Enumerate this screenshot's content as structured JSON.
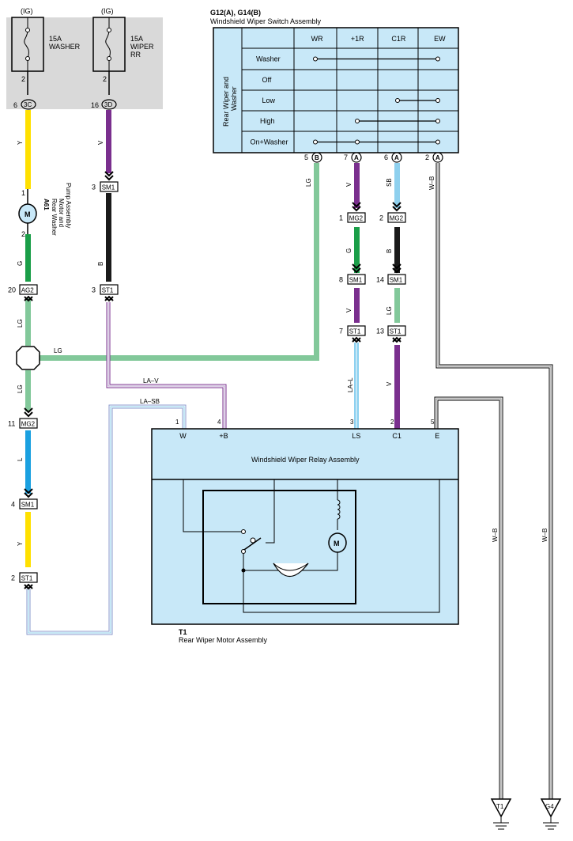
{
  "fuses": [
    {
      "supply": "(IG)",
      "rating": "15A",
      "name_line1": "WASHER",
      "name_line2": "",
      "pin": "2",
      "conn_pin": "6",
      "conn": "3C",
      "wire": "Y"
    },
    {
      "supply": "(IG)",
      "rating": "15A",
      "name_line1": "WIPER",
      "name_line2": "RR",
      "pin": "2",
      "conn_pin": "16",
      "conn": "3D",
      "wire": "V"
    }
  ],
  "switch": {
    "ids": "G12(A), G14(B)",
    "title": "Windshield Wiper Switch Assembly",
    "side_label_1": "Rear Wiper and",
    "side_label_2": "Washer",
    "columns": [
      "WR",
      "+1R",
      "C1R",
      "EW"
    ],
    "rows": [
      "Washer",
      "Off",
      "Low",
      "High",
      "On+Washer"
    ],
    "pins": [
      {
        "pin": "5",
        "conn": "B",
        "wire": "LG"
      },
      {
        "pin": "7",
        "conn": "A",
        "wire": "V"
      },
      {
        "pin": "6",
        "conn": "A",
        "wire": "SB"
      },
      {
        "pin": "2",
        "conn": "A",
        "wire": "W–B"
      }
    ]
  },
  "pump": {
    "id": "A61",
    "line1": "Rear Washer",
    "line2": "Motor and",
    "line3": "Pump Assembly",
    "pin_top": "1",
    "pin_bottom": "2",
    "motor_symbol": "M",
    "wire_below": "G"
  },
  "connectors": [
    {
      "key": "sm1_a",
      "pin": "3",
      "name": "SM1"
    },
    {
      "key": "st1_a",
      "pin": "3",
      "name": "ST1"
    },
    {
      "key": "ag2",
      "pin": "20",
      "name": "AG2"
    },
    {
      "key": "mg2_l",
      "pin": "11",
      "name": "MG2"
    },
    {
      "key": "sm1_l",
      "pin": "4",
      "name": "SM1"
    },
    {
      "key": "st1_l",
      "pin": "2",
      "name": "ST1"
    },
    {
      "key": "mg2_v",
      "pin": "1",
      "name": "MG2"
    },
    {
      "key": "sm1_v",
      "pin": "8",
      "name": "SM1"
    },
    {
      "key": "st1_v",
      "pin": "7",
      "name": "ST1"
    },
    {
      "key": "mg2_sb",
      "pin": "2",
      "name": "MG2"
    },
    {
      "key": "sm1_sb",
      "pin": "14",
      "name": "SM1"
    },
    {
      "key": "st1_sb",
      "pin": "13",
      "name": "ST1"
    }
  ],
  "wires": {
    "wiper_fuse_down": "V",
    "wiper_mid": "B",
    "lg_left": "LG",
    "lg_junction": "LG",
    "lg_lower": "LG",
    "l_segment": "L",
    "y_segment": "Y",
    "v_mid": "G",
    "v_low": "V",
    "sb_mid": "B",
    "sb_low": "LG",
    "sb_bottom": "V",
    "la_v": "LA–V",
    "la_sb": "LA–SB",
    "la_l": "LA–L",
    "wb_1": "W–B",
    "wb_2": "W–B"
  },
  "relay": {
    "title": "Windshield Wiper Relay Assembly",
    "terminals": [
      {
        "pin": "1",
        "name": "W"
      },
      {
        "pin": "4",
        "name": "+B"
      },
      {
        "pin": "3",
        "name": "LS"
      },
      {
        "pin": "2",
        "name": "C1"
      },
      {
        "pin": "5",
        "name": "E"
      }
    ],
    "motor_symbol": "M"
  },
  "motor_assy": {
    "id": "T1",
    "title": "Rear Wiper Motor Assembly"
  },
  "grounds": [
    "T1",
    "G4"
  ],
  "colors": {
    "panel_gray": "#d9d9d9",
    "box_blue": "#c8e8f8",
    "wire_yellow": "#ffe000",
    "wire_violet": "#7a2f8e",
    "wire_black": "#1a1a1a",
    "wire_lightgreen": "#82c89a",
    "wire_green": "#1a9e48",
    "wire_blue": "#1aa0e0",
    "wire_skyblue": "#8ed0ee"
  }
}
